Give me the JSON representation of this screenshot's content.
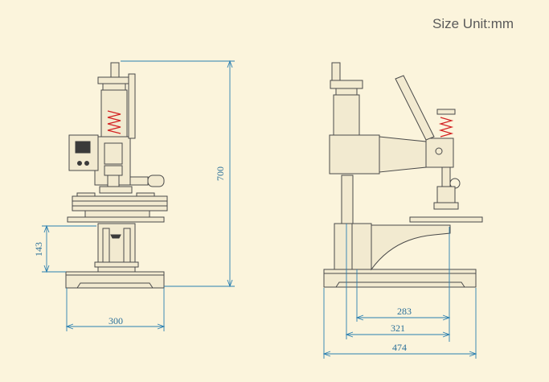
{
  "title": "Size Unit:mm",
  "dimensions": {
    "height_total": "700",
    "height_table": "143",
    "width_front": "300",
    "depth_inner": "283",
    "depth_mid": "321",
    "depth_total": "474"
  },
  "colors": {
    "background": "#fbf4dc",
    "dimension_line": "#2a7fb0",
    "spring": "#d32222",
    "outline": "#4a4a4a"
  }
}
